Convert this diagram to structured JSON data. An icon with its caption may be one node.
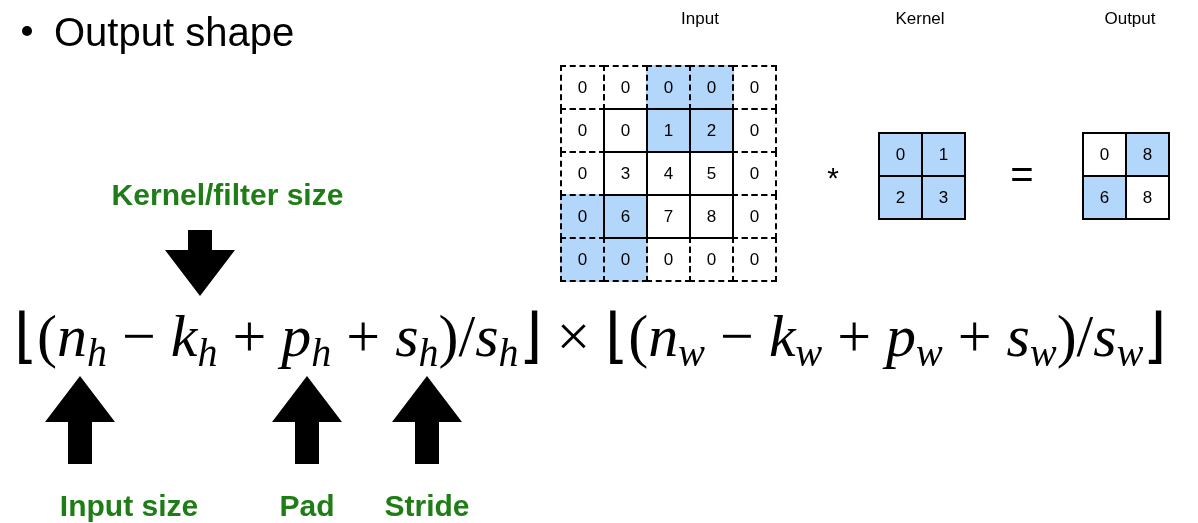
{
  "diagram": {
    "title": "Output shape",
    "nodes": [
      {
        "text": [
          "Kernel/filter size"
        ]
      },
      {
        "text": [
          "⌊(*n*$_{h}$ − *k*$_{h}$ + *p*$_{h}$ + *s*$_{h}$)/*s*$_{h}$⌋ × ⌊(*n*$_{w}$ − *k*$_{w}$ + *p*$_{w}$ + *s*$_{w}$)/*s*$_{w}$⌋"
        ]
      },
      {
        "text": [
          "Input size"
        ]
      },
      {
        "text": [
          "Pad"
        ]
      },
      {
        "text": [
          "Stride"
        ]
      }
    ],
    "edges": [
      {
        "from": 0,
        "to": 1,
        "arrow": "to",
        "style": "thick"
      },
      {
        "from": 2,
        "to": 1,
        "arrow": "to",
        "style": "thick"
      },
      {
        "from": 3,
        "to": 1,
        "arrow": "to",
        "style": "thick"
      },
      {
        "from": 4,
        "to": 1,
        "arrow": "to",
        "style": "thick"
      }
    ],
    "labels": [
      "Input",
      "Kernel",
      "Output",
      "0",
      "0",
      "0",
      "0",
      "0",
      "0",
      "0",
      "1",
      "2",
      "0",
      "0",
      "3",
      "4",
      "5",
      "0",
      "0",
      "6",
      "7",
      "8",
      "0",
      "0",
      "0",
      "0",
      "0",
      "0",
      "*",
      "0",
      "1",
      "2",
      "3",
      "=",
      "0",
      "8",
      "6",
      "8"
    ]
  }
}
